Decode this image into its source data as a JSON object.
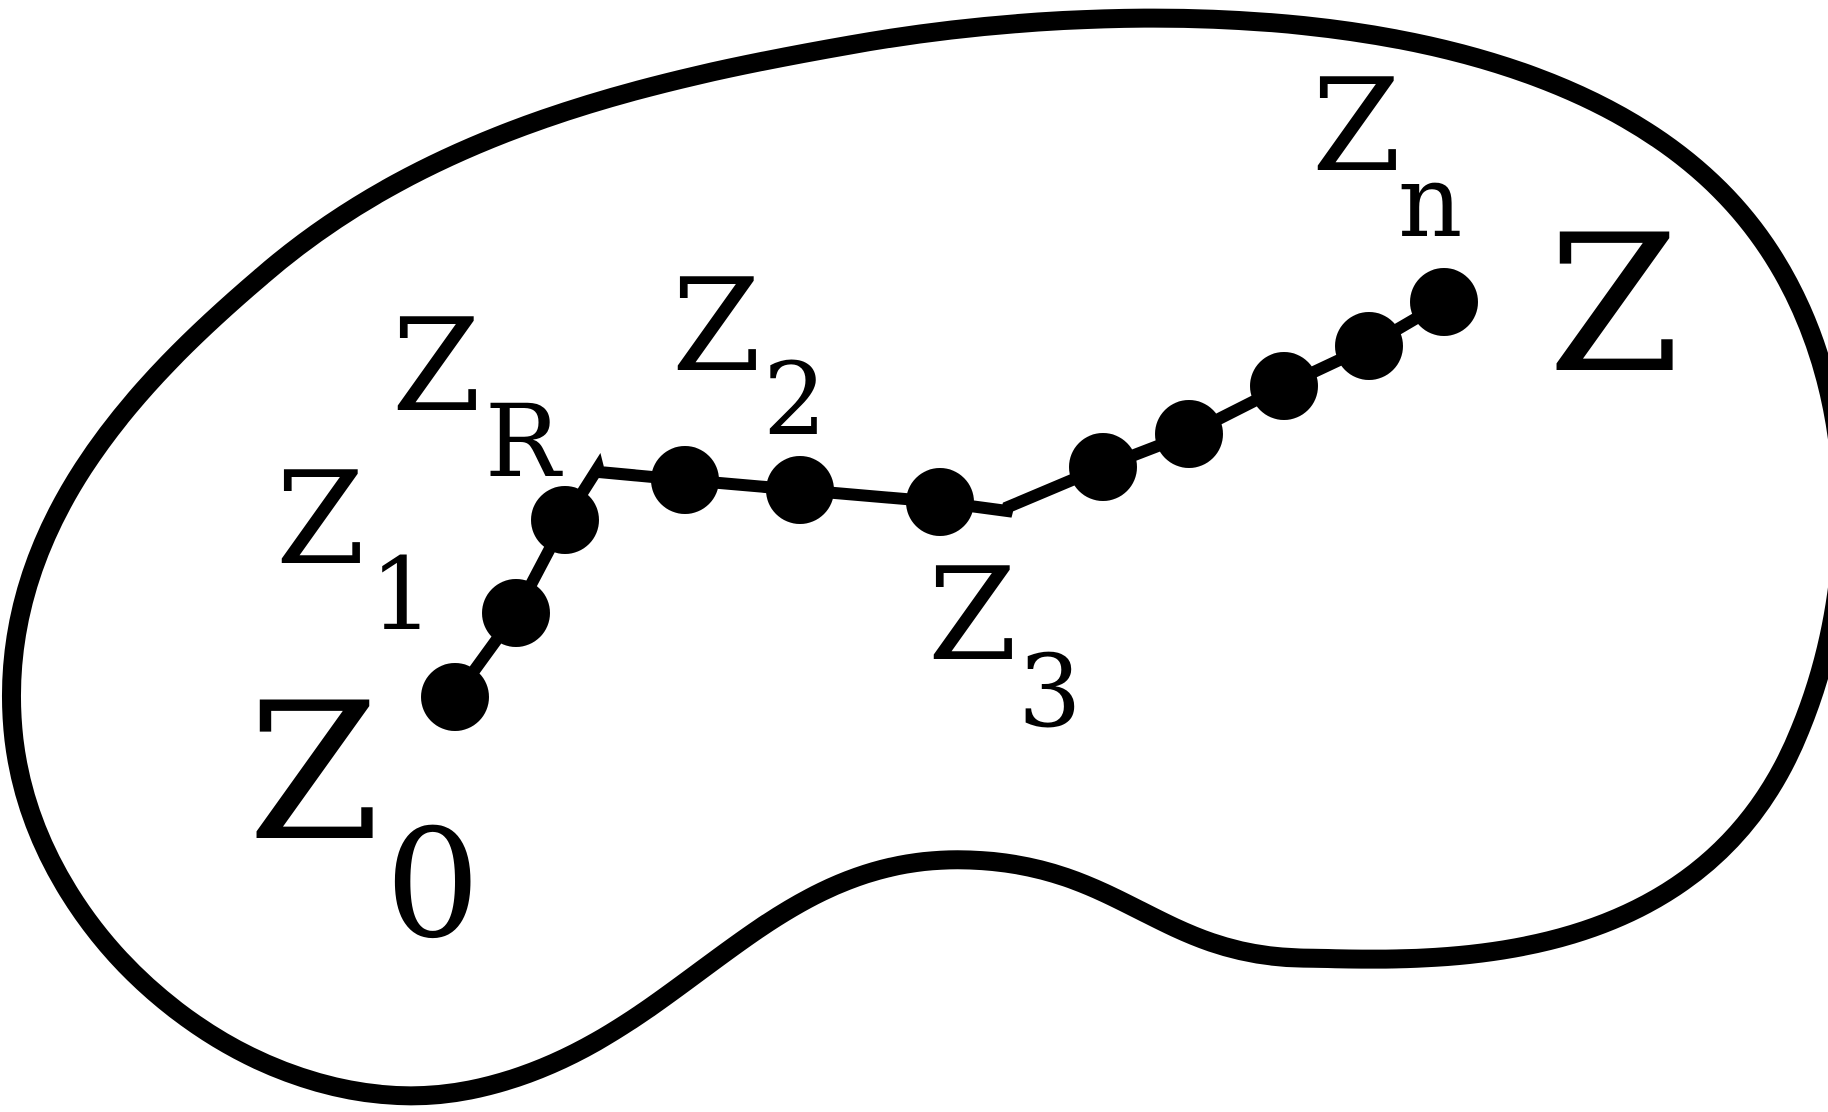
{
  "colors": {
    "ink": "#000000",
    "background": "#ffffff"
  },
  "region_label": "Z",
  "labels": {
    "z0": {
      "base": "Z",
      "sub": "0"
    },
    "z1": {
      "base": "Z",
      "sub": "1"
    },
    "zr": {
      "base": "Z",
      "sub": "R"
    },
    "z2": {
      "base": "Z",
      "sub": "2"
    },
    "z3": {
      "base": "Z",
      "sub": "3"
    },
    "zn": {
      "base": "Z",
      "sub": "n"
    }
  }
}
